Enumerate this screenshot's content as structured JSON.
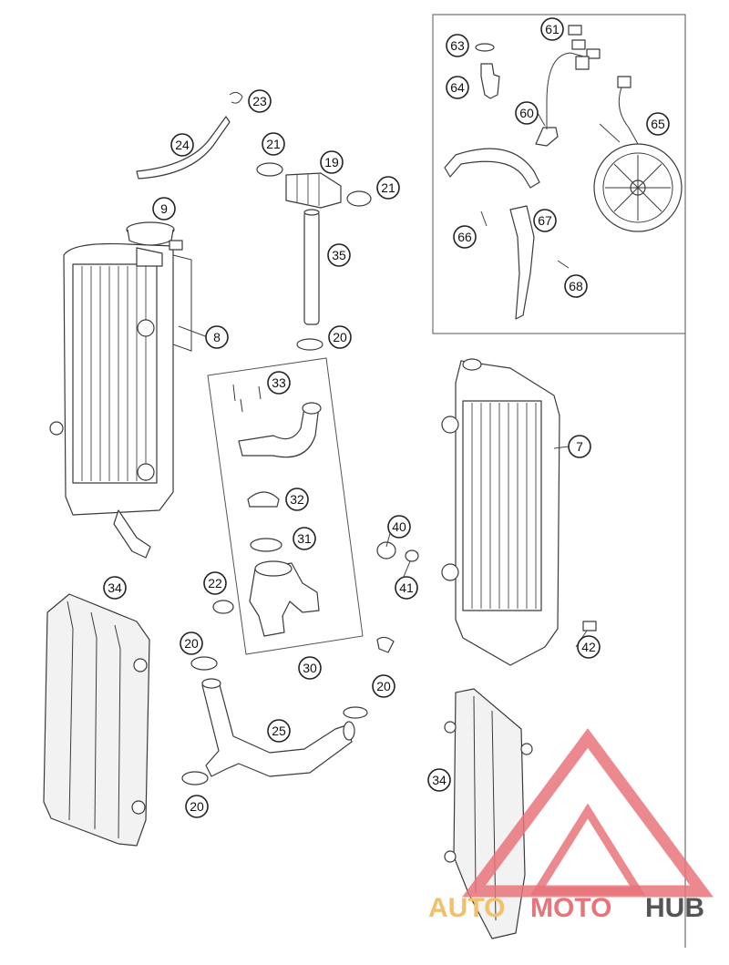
{
  "diagram": {
    "callouts": [
      "23",
      "24",
      "21",
      "19",
      "21",
      "9",
      "35",
      "8",
      "20",
      "33",
      "32",
      "31",
      "22",
      "30",
      "20",
      "20",
      "25",
      "20",
      "34",
      "34",
      "7",
      "40",
      "41",
      "42",
      "63",
      "61",
      "64",
      "60",
      "65",
      "66",
      "67",
      "68"
    ]
  },
  "watermark": {
    "text_part1": "AUTO",
    "text_part2": "MOTO",
    "text_part3": "HUB",
    "color_part1": "#f3c06a",
    "color_part2": "#e8747a",
    "color_part3": "#555555"
  }
}
